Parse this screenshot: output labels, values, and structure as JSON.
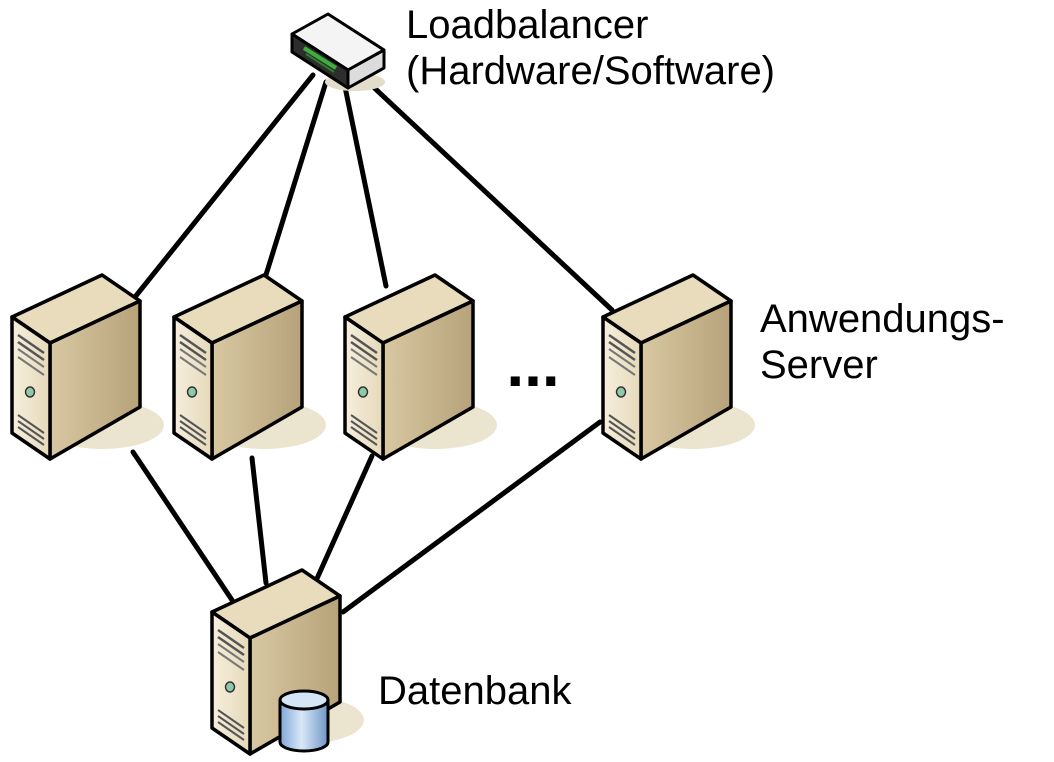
{
  "loadbalancer": {
    "label_line1": "Loadbalancer",
    "label_line2": "(Hardware/Software)",
    "icon": "network-switch-icon"
  },
  "app_servers": {
    "label_line1": "Anwendungs-",
    "label_line2": "Server",
    "ellipsis": "...",
    "icon": "server-tower-icon"
  },
  "database": {
    "label": "Datenbank",
    "icon": "database-server-icon"
  },
  "colors": {
    "server_front": "#f1e8d2",
    "server_side": "#c9b78f",
    "server_top": "#e4d6b4",
    "shadow": "#e9e2cd",
    "line": "#000000",
    "db_cylinder": "#a9c6e8"
  }
}
